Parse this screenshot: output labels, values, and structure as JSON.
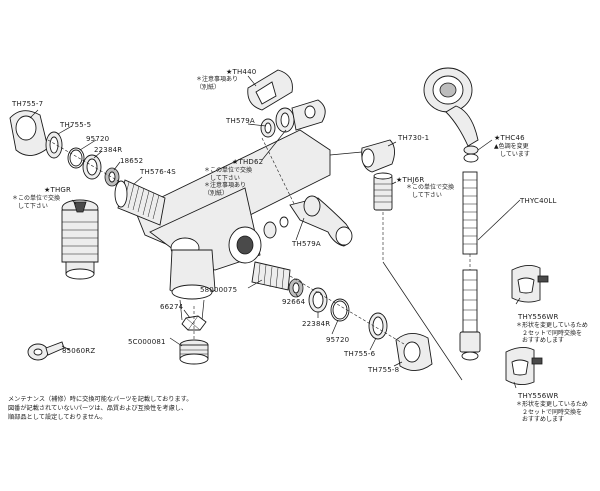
{
  "parts": {
    "th755_7": "TH755-7",
    "th755_5": "TH755-5",
    "p95720_top": "95720",
    "p22384r_top": "22384R",
    "p18652": "18652",
    "th576_4s": "TH576-4S",
    "thgr": "★THGR",
    "th440": "★TH440",
    "th579a_top": "TH579A",
    "thd62": "★THD62",
    "th579a_bot": "TH579A",
    "th730_1": "TH730-1",
    "thj6r": "★THJ6R",
    "thc46": "★THC46",
    "thyc40ll": "THYC40LL",
    "thy556wr_1": "THY556WR",
    "thy556wr_2": "THY556WR",
    "p58000075": "58000075",
    "p92664": "92664",
    "p22384r_bot": "22384R",
    "p95720_bot": "95720",
    "th755_6": "TH755-6",
    "th755_8": "TH755-8",
    "p66274": "66274",
    "p5c000081": "5C000081",
    "p85060rz": "85060RZ"
  },
  "notes": {
    "th440_note": "＊注意事項あり\n（別紙）",
    "thd62_note": "＊この単位で交換\n　して下さい\n＊注意事項あり\n（別紙）",
    "thgr_note": "＊この単位で交換\n　して下さい",
    "thj6r_note": "＊この単位で交換\n　して下さい",
    "thc46_note": "▲色調を変更\n　しています",
    "thy556wr_1_note": "＊形状を変更しているため\n　２セットで同時交換を\n　おすすめします",
    "thy556wr_2_note": "＊形状を変更しているため\n　２セットで同時交換を\n　おすすめします"
  },
  "footer": {
    "line1": "メンテナンス（補修）時に交換可能なパーツを記載しております。",
    "line2": "図番が記載されていないパーツは、品質および互換性を考慮し、",
    "line3": "順部品として設定しておりません。"
  }
}
